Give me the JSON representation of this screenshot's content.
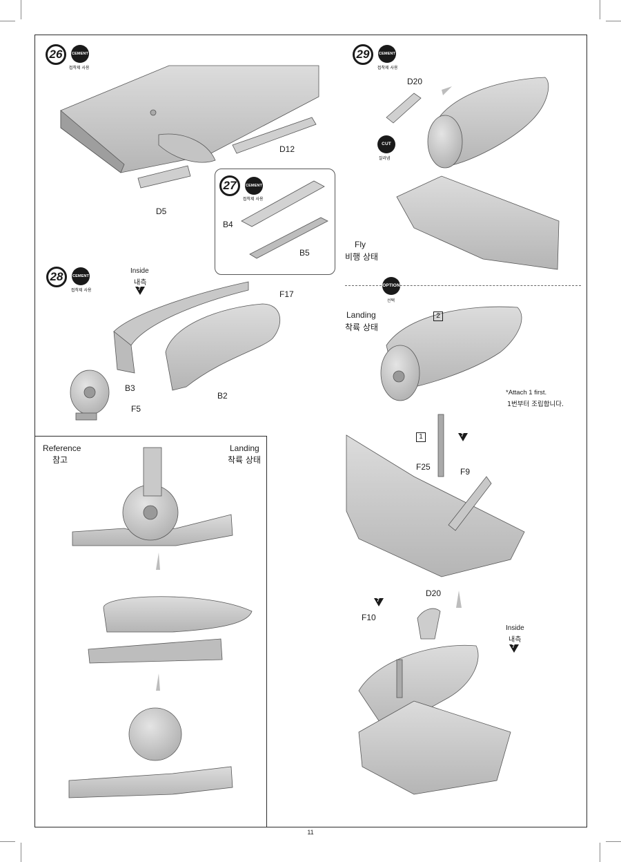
{
  "steps": [
    {
      "number": "26",
      "badge": "CEMENT",
      "badge_sub": "접착제 사용"
    },
    {
      "number": "27",
      "badge": "CEMENT",
      "badge_sub": "접착제 사용"
    },
    {
      "number": "28",
      "badge": "CEMENT",
      "badge_sub": "접착제 사용"
    },
    {
      "number": "29",
      "badge": "CEMENT",
      "badge_sub": "접착제 사용"
    }
  ],
  "parts": {
    "d12": "D12",
    "d5": "D5",
    "b4": "B4",
    "b5": "B5",
    "f17": "F17",
    "b3": "B3",
    "b2": "B2",
    "f5": "F5",
    "d20_top": "D20",
    "f25": "F25",
    "f9": "F9",
    "d20_bottom": "D20",
    "f10": "F10"
  },
  "inside_28": {
    "en": "Inside",
    "ko": "내측",
    "mark": "7"
  },
  "inside_29": {
    "en": "Inside",
    "ko": "내측",
    "mark": "7"
  },
  "cut": {
    "badge": "CUT",
    "sub": "잘라냄"
  },
  "option": {
    "badge": "OPTION",
    "sub": "선택"
  },
  "fly": {
    "en": "Fly",
    "ko": "비행 상태"
  },
  "landing": {
    "en": "Landing",
    "ko": "착륙 상태"
  },
  "reference": {
    "en": "Reference",
    "ko": "참고"
  },
  "reference_landing": {
    "en": "Landing",
    "ko": "착륙 상태"
  },
  "attach_note": {
    "line1": "*Attach 1 first.",
    "line2": "1번부터 조립합니다."
  },
  "box_marks": {
    "two": "2",
    "one": "1"
  },
  "marks": {
    "gear_mark": "7",
    "f10_mark": "7"
  },
  "page_number": "11"
}
